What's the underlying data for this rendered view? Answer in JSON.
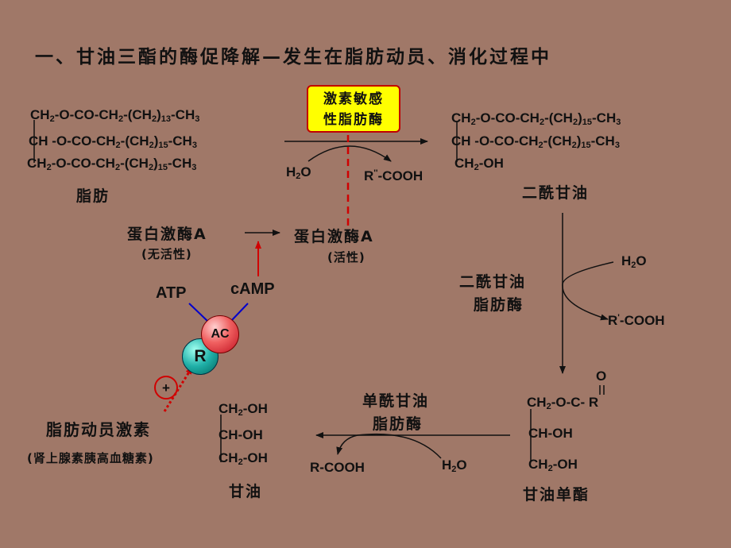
{
  "title": "一、甘油三酯的酶促降解—发生在脂肪动员、消化过程中",
  "triglyceride": {
    "line1": {
      "a": "CH",
      "b": "2",
      "c": "-O-CO-CH",
      "d": "2",
      "e": "-(CH",
      "f": "2",
      "g": ")",
      "h": "13",
      "i": "-CH",
      "j": "3"
    },
    "line2": {
      "a": "CH -O-CO-CH",
      "b": "2",
      "c": "-(CH",
      "d": "2",
      "e": ")",
      "f": "15",
      "g": "-CH",
      "h": "3"
    },
    "line3": {
      "a": "CH",
      "b": "2",
      "c": "-O-CO-CH",
      "d": "2",
      "e": "-(CH",
      "f": "2",
      "g": ")",
      "h": "15",
      "i": "-CH",
      "j": "3"
    },
    "label": "脂肪"
  },
  "hsl": {
    "line1": "激素敏感",
    "line2": "性脂肪酶"
  },
  "step1": {
    "water_a": "H",
    "water_b": "2",
    "water_c": "O",
    "acid_a": "R",
    "acid_b": "''",
    "acid_c": "-COOH"
  },
  "diglyceride": {
    "line1": {
      "a": "CH",
      "b": "2",
      "c": "-O-CO-CH",
      "d": "2",
      "e": "-(CH",
      "f": "2",
      "g": ")",
      "h": "15",
      "i": "-CH",
      "j": "3"
    },
    "line2": {
      "a": "CH -O-CO-CH",
      "b": "2",
      "c": "-(CH",
      "d": "2",
      "e": ")",
      "f": "15",
      "g": "-CH",
      "h": "3"
    },
    "line3": {
      "a": "CH",
      "b": "2",
      "c": "-OH"
    },
    "label": "二酰甘油"
  },
  "pka": {
    "inactive": "蛋白激酶A",
    "inactive_note_a": "(",
    "inactive_note_b": "无活性",
    "inactive_note_c": ")",
    "active": "蛋白激酶A",
    "active_note_a": "(",
    "active_note_b": "活性",
    "active_note_c": ")"
  },
  "signal": {
    "atp": "ATP",
    "camp": "cAMP",
    "ac": "AC",
    "r": "R",
    "plus": "+"
  },
  "hormone": {
    "name": "脂肪动员激素",
    "examples": "(肾上腺素胰高血糖素)"
  },
  "dg_lipase": {
    "line1": "二酰甘油",
    "line2": "脂肪酶",
    "water_a": "H",
    "water_b": "2",
    "water_c": "O",
    "acid_a": "R",
    "acid_b": "'",
    "acid_c": "-COOH"
  },
  "monoglyceride": {
    "o": "O",
    "line1": {
      "a": "CH",
      "b": "2",
      "c": "-O-C- R"
    },
    "line2": "CH-OH",
    "line3": {
      "a": "CH",
      "b": "2",
      "c": "-OH"
    },
    "label": "甘油单酯"
  },
  "mg_lipase": {
    "line1": "单酰甘油",
    "line2": "脂肪酶",
    "acid": "R-COOH",
    "water_a": "H",
    "water_b": "2",
    "water_c": "O"
  },
  "glycerol": {
    "line1": {
      "a": "CH",
      "b": "2",
      "c": "-OH"
    },
    "line2": "CH-OH",
    "line3": {
      "a": "CH",
      "b": "2",
      "c": "-OH"
    },
    "label": "甘油"
  },
  "colors": {
    "background": "#A07868",
    "activation": "#D00000",
    "atp_link": "#0000CC",
    "enzyme_box": "#FFFF00"
  }
}
